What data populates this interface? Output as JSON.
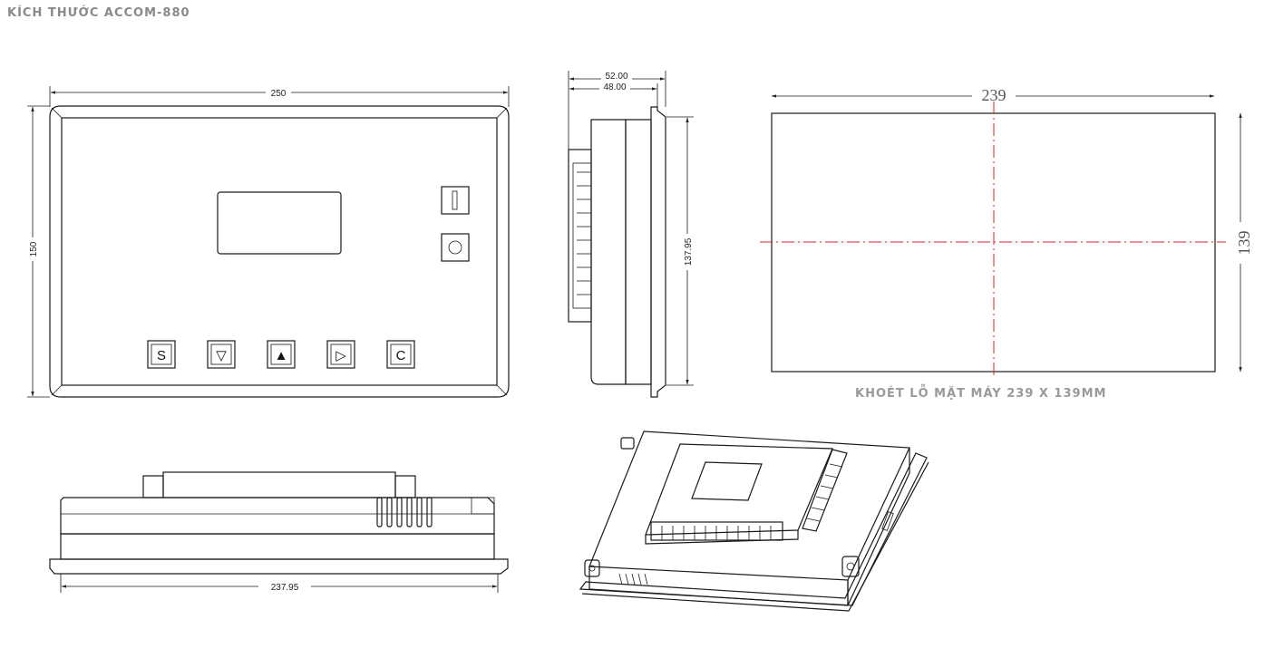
{
  "title": "KÍCH THƯỚC ACCOM-880",
  "cutout_caption": "KHOÉT LỖ MẶT MÁY 239 X 139MM",
  "front_view": {
    "width_dim": "250",
    "height_dim": "150",
    "power_buttons": {
      "on_glyph": "|",
      "off_glyph": "O"
    },
    "keys": [
      "S",
      "▽",
      "▲",
      "▷",
      "C"
    ]
  },
  "side_view": {
    "outer_depth_dim": "52.00",
    "inner_depth_dim": "48.00",
    "height_dim": "137.95"
  },
  "cutout": {
    "width_dim": "239",
    "height_dim": "139",
    "centerline_color": "#d6262c"
  },
  "bottom_view": {
    "width_dim": "237.95"
  }
}
